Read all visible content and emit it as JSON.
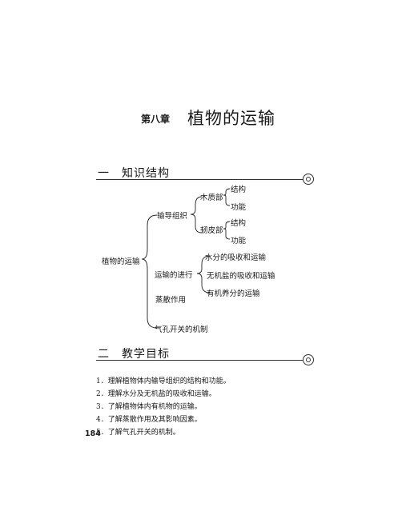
{
  "chapter": {
    "label": "第八章",
    "title": "植物的运输"
  },
  "section1": {
    "title": "一　知识结构"
  },
  "tree": {
    "root": "植物的运输",
    "conduct": "输导组织",
    "xylem": "木质部",
    "xylem_structure": "结构",
    "xylem_function": "功能",
    "phloem": "韧皮部",
    "phloem_structure": "结构",
    "phloem_function": "功能",
    "transport": "运输的进行",
    "water": "水分的吸收和运输",
    "salt": "无机盐的吸收和运输",
    "organic": "有机养分的运输",
    "transpiration": "蒸散作用",
    "stomata": "气孔开关的机制"
  },
  "section2": {
    "title": "二　教学目标"
  },
  "goals": [
    "1．理解植物体内输导组织的结构和功能。",
    "2．理解水分及无机盐的吸收和运输。",
    "3．了解植物体内有机物的运输。",
    "4．了解蒸散作用及其影响因素。",
    "5．了解气孔开关的机制。"
  ],
  "page_number": "184"
}
